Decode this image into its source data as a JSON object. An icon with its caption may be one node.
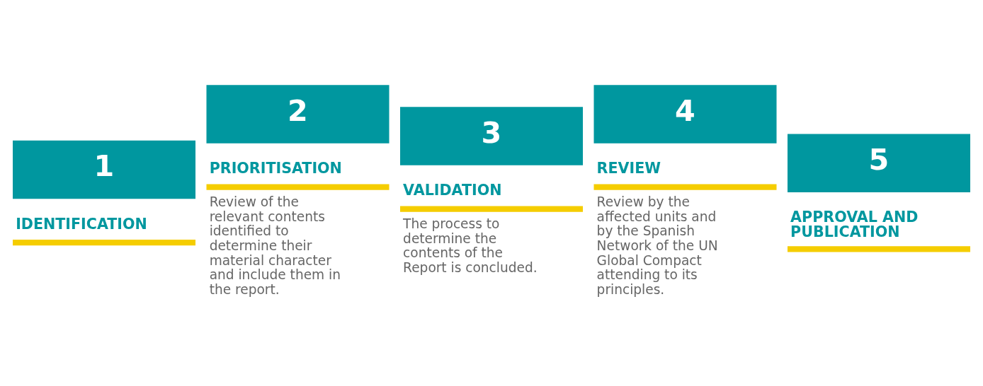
{
  "diagram": {
    "nodes": [
      {
        "text": [
          "1",
          "IDENTIFICATION"
        ]
      },
      {
        "text": [
          "2",
          "PRIORITISATION"
        ],
        "beside": [
          "Review of the relevant contents identified to determine their material character and include them in the report."
        ]
      },
      {
        "text": [
          "3",
          "VALIDATION"
        ],
        "beside": [
          "The process to determine the contents of the Report is concluded."
        ]
      },
      {
        "text": [
          "4",
          "REVIEW"
        ],
        "beside": [
          "Review by the affected units and by the Spanish Network of the UN Global Compact attending to its principles."
        ]
      },
      {
        "text": [
          "5",
          "APPROVAL AND PUBLICATION"
        ]
      }
    ],
    "edges": []
  }
}
